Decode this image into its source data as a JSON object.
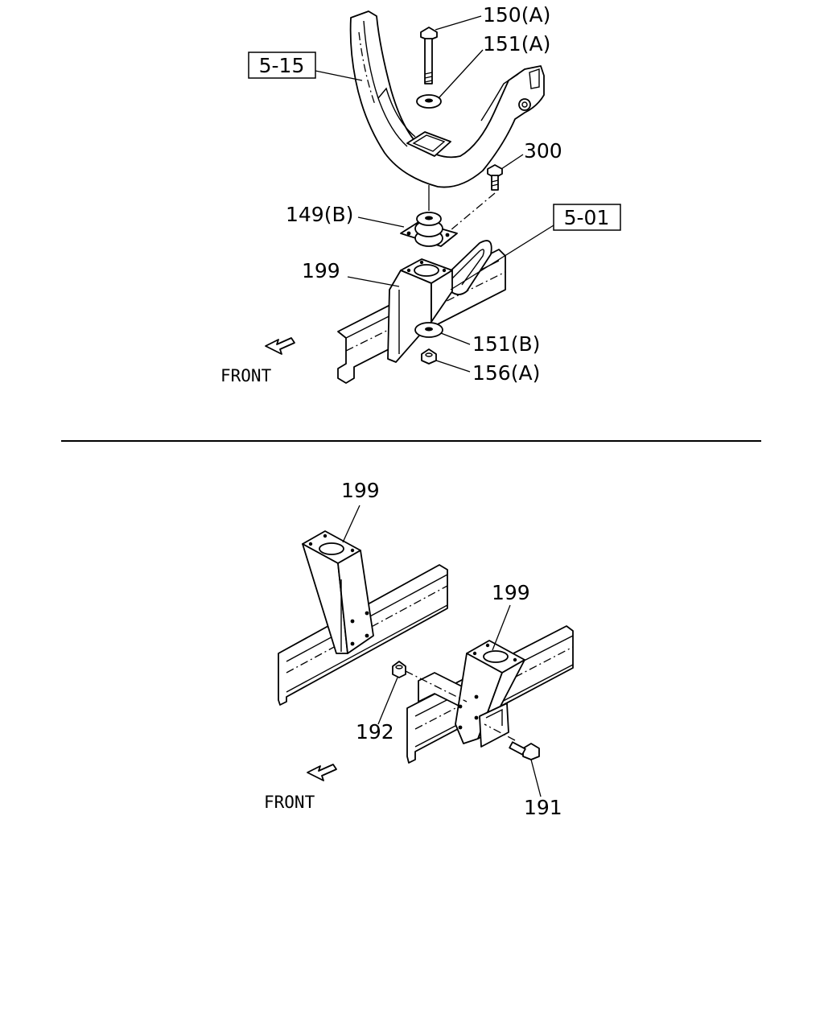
{
  "top_diagram": {
    "ref_boxes": {
      "ref_5_15": "5-15",
      "ref_5_01": "5-01"
    },
    "callouts": {
      "part_150a": "150(A)",
      "part_151a": "151(A)",
      "part_300": "300",
      "part_149b": "149(B)",
      "part_199": "199",
      "part_151b": "151(B)",
      "part_156a": "156(A)"
    },
    "front_label": "FRONT"
  },
  "bottom_diagram": {
    "callouts": {
      "part_199_left": "199",
      "part_199_right": "199",
      "part_192": "192",
      "part_191": "191"
    },
    "front_label": "FRONT"
  }
}
